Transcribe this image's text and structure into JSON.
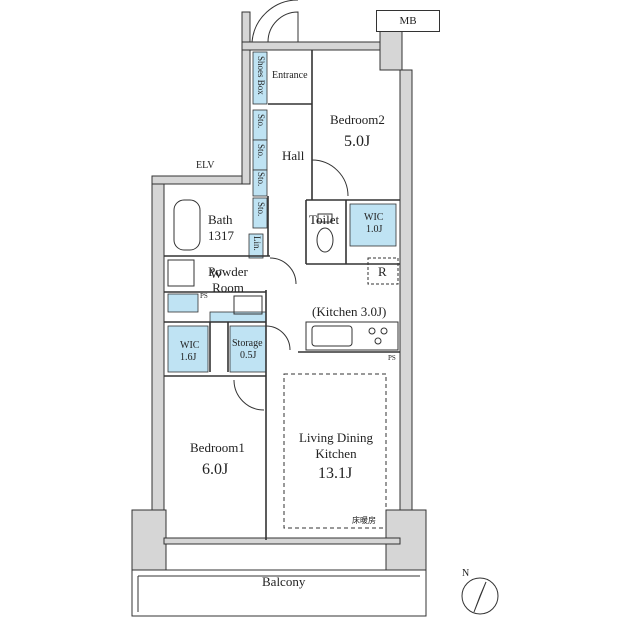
{
  "labels": {
    "mb": "MB",
    "entrance": "Entrance",
    "shoes_box": "Shoes Box",
    "sto": "Sto.",
    "hall": "Hall",
    "bedroom2": "Bedroom2",
    "bedroom2_size": "5.0J",
    "elv": "ELV",
    "bath": "Bath",
    "bath_size": "1317",
    "lin": "Lin.",
    "toilet": "Toilet",
    "wic": "WIC",
    "wic2_size": "1.0J",
    "w": "W",
    "r": "R",
    "powder_room": "Powder Room",
    "ps": "PS",
    "kitchen": "(Kitchen 3.0J)",
    "wic1_size": "1.6J",
    "storage": "Storage",
    "storage_size": "0.5J",
    "ldk": "Living Dining Kitchen",
    "ldk_size": "13.1J",
    "bedroom1": "Bedroom1",
    "bedroom1_size": "6.0J",
    "floor_heating": "床暖房",
    "balcony": "Balcony",
    "north": "N"
  },
  "colors": {
    "storage_fill": "#bfe3f3",
    "wall": "#d6d6d6",
    "line": "#333333"
  }
}
